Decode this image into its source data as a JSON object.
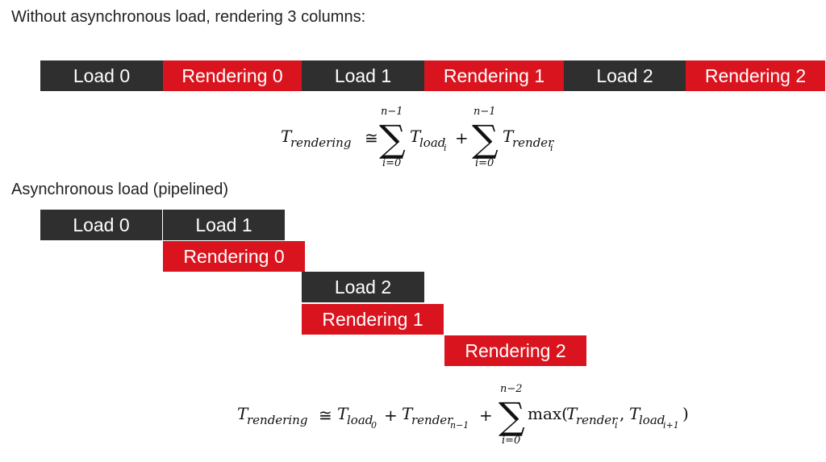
{
  "sections": {
    "sequential": {
      "title": "Without asynchronous load, rendering 3 columns:",
      "blocks": [
        "Load 0",
        "Rendering 0",
        "Load 1",
        "Rendering 1",
        "Load 2",
        "Rendering 2"
      ],
      "formula": {
        "lhs": "T",
        "lhs_sub": "rendering",
        "approx": "≅",
        "sum_upper": "n−1",
        "sum_lower": "i=0",
        "term1": "T",
        "term1_sub": "load",
        "term1_subsub": "i",
        "plus": "+",
        "term2": "T",
        "term2_sub": "render",
        "term2_subsub": "i"
      }
    },
    "pipelined": {
      "title": "Asynchronous load (pipelined)",
      "blocks": [
        "Load 0",
        "Load 1",
        "Rendering 0",
        "Load 2",
        "Rendering 1",
        "Rendering 2"
      ],
      "formula": {
        "lhs": "T",
        "lhs_sub": "rendering",
        "approx": "≅",
        "t1": "T",
        "t1_sub": "load",
        "t1_subsub": "0",
        "plus1": "+",
        "t2": "T",
        "t2_sub": "render",
        "t2_subsub": "n−1",
        "plus2": "+",
        "sum_upper": "n−2",
        "sum_lower": "i=0",
        "max": "max(",
        "m1": "T",
        "m1_sub": "render",
        "m1_subsub": "i",
        "comma": ",",
        "m2": "T",
        "m2_sub": "load",
        "m2_subsub": "i+1",
        "close": ")"
      }
    }
  },
  "colors": {
    "load": "#2f2f2f",
    "render": "#d9141e"
  }
}
